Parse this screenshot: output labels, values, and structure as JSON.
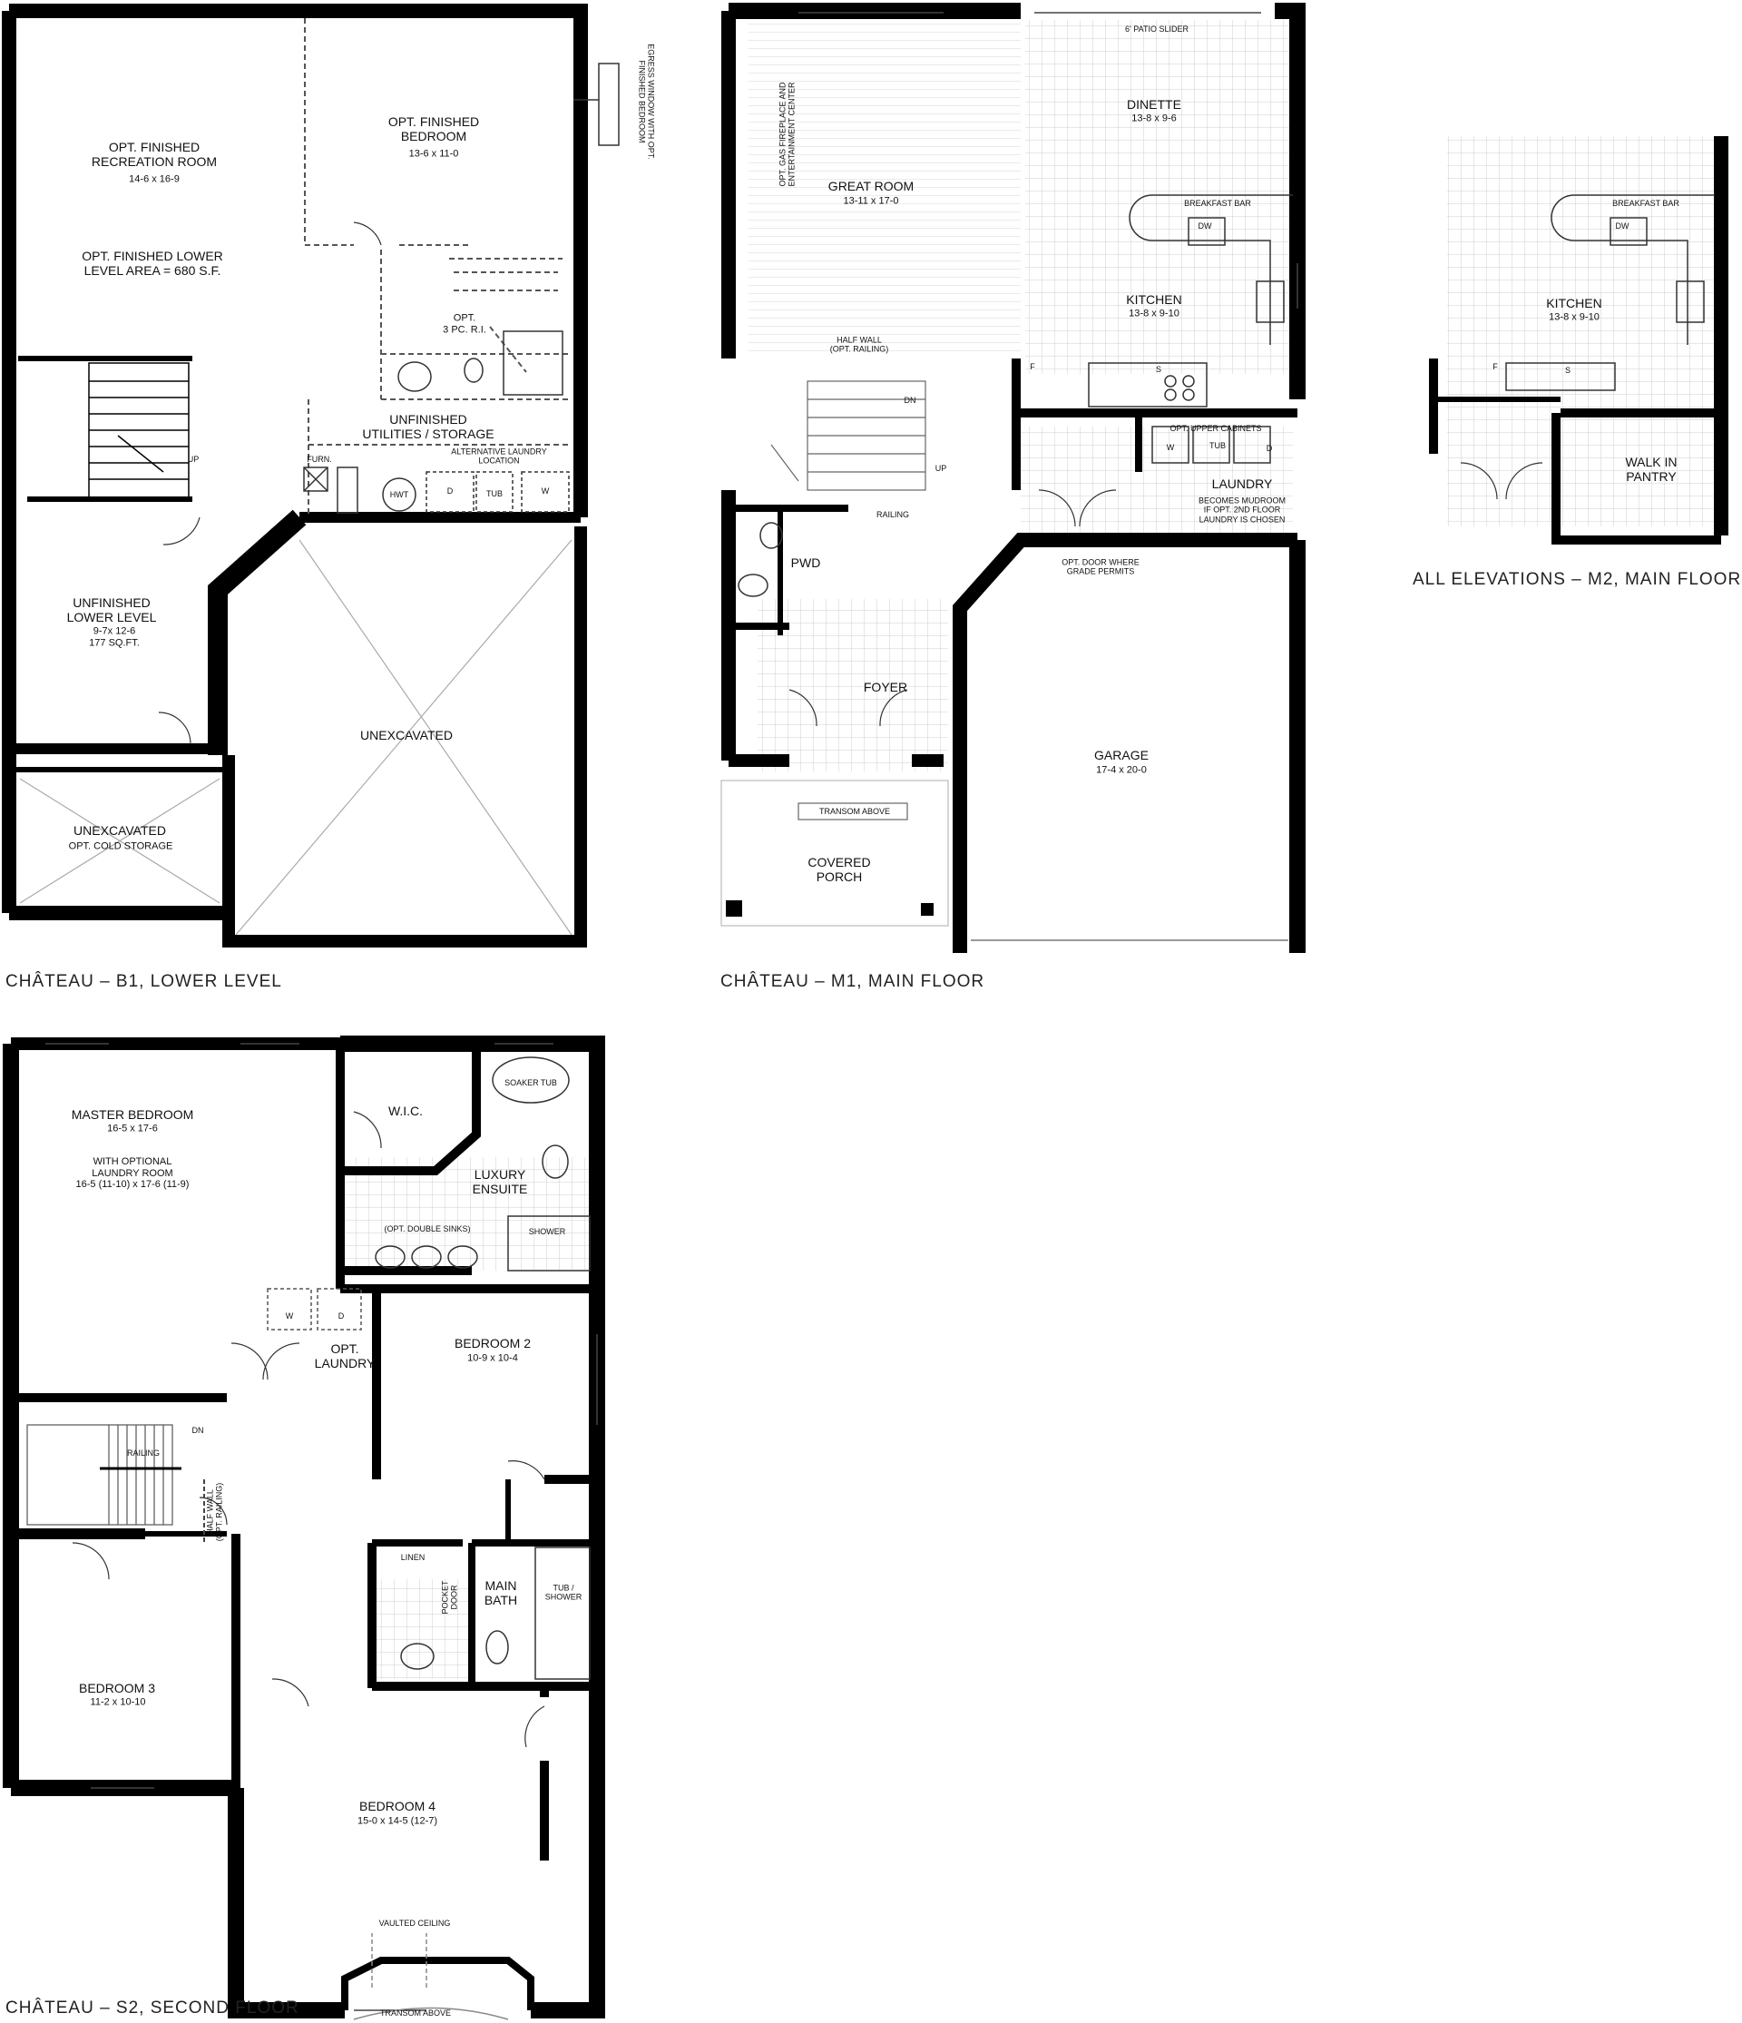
{
  "captions": {
    "lower": "CHÂTEAU – B1, LOWER LEVEL",
    "main": "CHÂTEAU – M1, MAIN FLOOR",
    "m2": "ALL ELEVATIONS – M2, MAIN FLOOR",
    "second": "CHÂTEAU – S2, SECOND FLOOR"
  },
  "lower_level": {
    "rec_room": "OPT. FINISHED\nRECREATION ROOM",
    "rec_room_dim": "14-6 x 16-9",
    "lower_area": "OPT. FINISHED LOWER\nLEVEL AREA = 680 S.F.",
    "bedroom": "OPT. FINISHED\nBEDROOM",
    "bedroom_dim": "13-6 x 11-0",
    "egress": "EGRESS WINDOW WITH OPT.\nFINISHED BEDROOM",
    "bath": "OPT.\n3 PC. R.I.",
    "utilities": "UNFINISHED\nUTILITIES / STORAGE",
    "alt_laundry": "ALTERNATIVE LAUNDRY\nLOCATION",
    "furn": "FURN.",
    "hwt": "HWT",
    "d": "D",
    "tub": "TUB",
    "w": "W",
    "up": "UP",
    "unfinished": "UNFINISHED\nLOWER LEVEL",
    "unfinished_dim": "9-7x 12-6\n177 SQ.FT.",
    "unexcavated": "UNEXCAVATED",
    "cold_storage": "UNEXCAVATED",
    "cold_storage_sub": "OPT. COLD STORAGE"
  },
  "main_floor": {
    "patio": "6' PATIO SLIDER",
    "dinette": "DINETTE",
    "dinette_dim": "13-8 x 9-6",
    "great_room": "GREAT ROOM",
    "great_room_dim": "13-11 x 17-0",
    "fireplace": "OPT. GAS FIREPLACE AND\nENTERTAINMENT CENTER",
    "breakfast_bar": "BREAKFAST BAR",
    "dw": "DW",
    "kitchen": "KITCHEN",
    "kitchen_dim": "13-8 x 9-10",
    "half_wall": "HALF WALL\n(OPT. RAILING)",
    "f": "F",
    "s": "S",
    "dn": "DN",
    "up": "UP",
    "upper_cab": "OPT. UPPER CABINETS",
    "w": "W",
    "tub": "TUB",
    "d": "D",
    "laundry": "LAUNDRY",
    "laundry_note": "BECOMES MUDROOM\nIF OPT. 2ND FLOOR\nLAUNDRY IS CHOSEN",
    "railing": "RAILING",
    "pwd": "PWD",
    "opt_door": "OPT. DOOR WHERE\nGRADE PERMITS",
    "foyer": "FOYER",
    "garage": "GARAGE",
    "garage_dim": "17-4 x 20-0",
    "transom": "TRANSOM ABOVE",
    "porch": "COVERED\nPORCH"
  },
  "m2": {
    "breakfast_bar": "BREAKFAST BAR",
    "dw": "DW",
    "kitchen": "KITCHEN",
    "kitchen_dim": "13-8 x 9-10",
    "f": "F",
    "s": "S",
    "pantry": "WALK IN\nPANTRY"
  },
  "second_floor": {
    "master": "MASTER BEDROOM",
    "master_dim": "16-5 x 17-6",
    "master_opt": "WITH OPTIONAL\nLAUNDRY ROOM\n16-5 (11-10) x 17-6 (11-9)",
    "wic": "W.I.C.",
    "soaker": "SOAKER TUB",
    "ensuite": "LUXURY\nENSUITE",
    "double_sinks": "(OPT. DOUBLE SINKS)",
    "shower": "SHOWER",
    "w": "W",
    "d": "D",
    "opt_laundry": "OPT.\nLAUNDRY",
    "bedroom2": "BEDROOM 2",
    "bedroom2_dim": "10-9 x 10-4",
    "dn": "DN",
    "railing": "RAILING",
    "half_wall": "HALF WALL\n(OPT. RAILING)",
    "linen": "LINEN",
    "main_bath": "MAIN\nBATH",
    "pocket": "POCKET\nDOOR",
    "tub_shower": "TUB /\nSHOWER",
    "bedroom3": "BEDROOM 3",
    "bedroom3_dim": "11-2 x 10-10",
    "bedroom4": "BEDROOM 4",
    "bedroom4_dim": "15-0 x 14-5 (12-7)",
    "vaulted": "VAULTED CEILING",
    "transom": "TRANSOM ABOVE"
  }
}
